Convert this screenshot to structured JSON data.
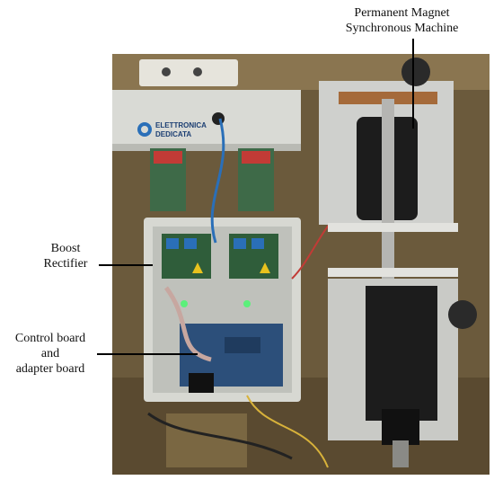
{
  "labels": {
    "machine": [
      "Permanent Magnet",
      "Synchronous Machine"
    ],
    "rectifier": [
      "Boost",
      "Rectifier"
    ],
    "control": [
      "Control board",
      "and",
      "adapter board"
    ]
  },
  "photo": {
    "logo_text": [
      "ELETTRONICA",
      "DEDICATA"
    ],
    "colors": {
      "wood_background": "#6b5a3c",
      "enclosure": "#d9dad5",
      "pcb_blue": "#2c4f7a",
      "motor_black": "#1c1c1c",
      "pcb_green": "#3e6a48"
    }
  }
}
